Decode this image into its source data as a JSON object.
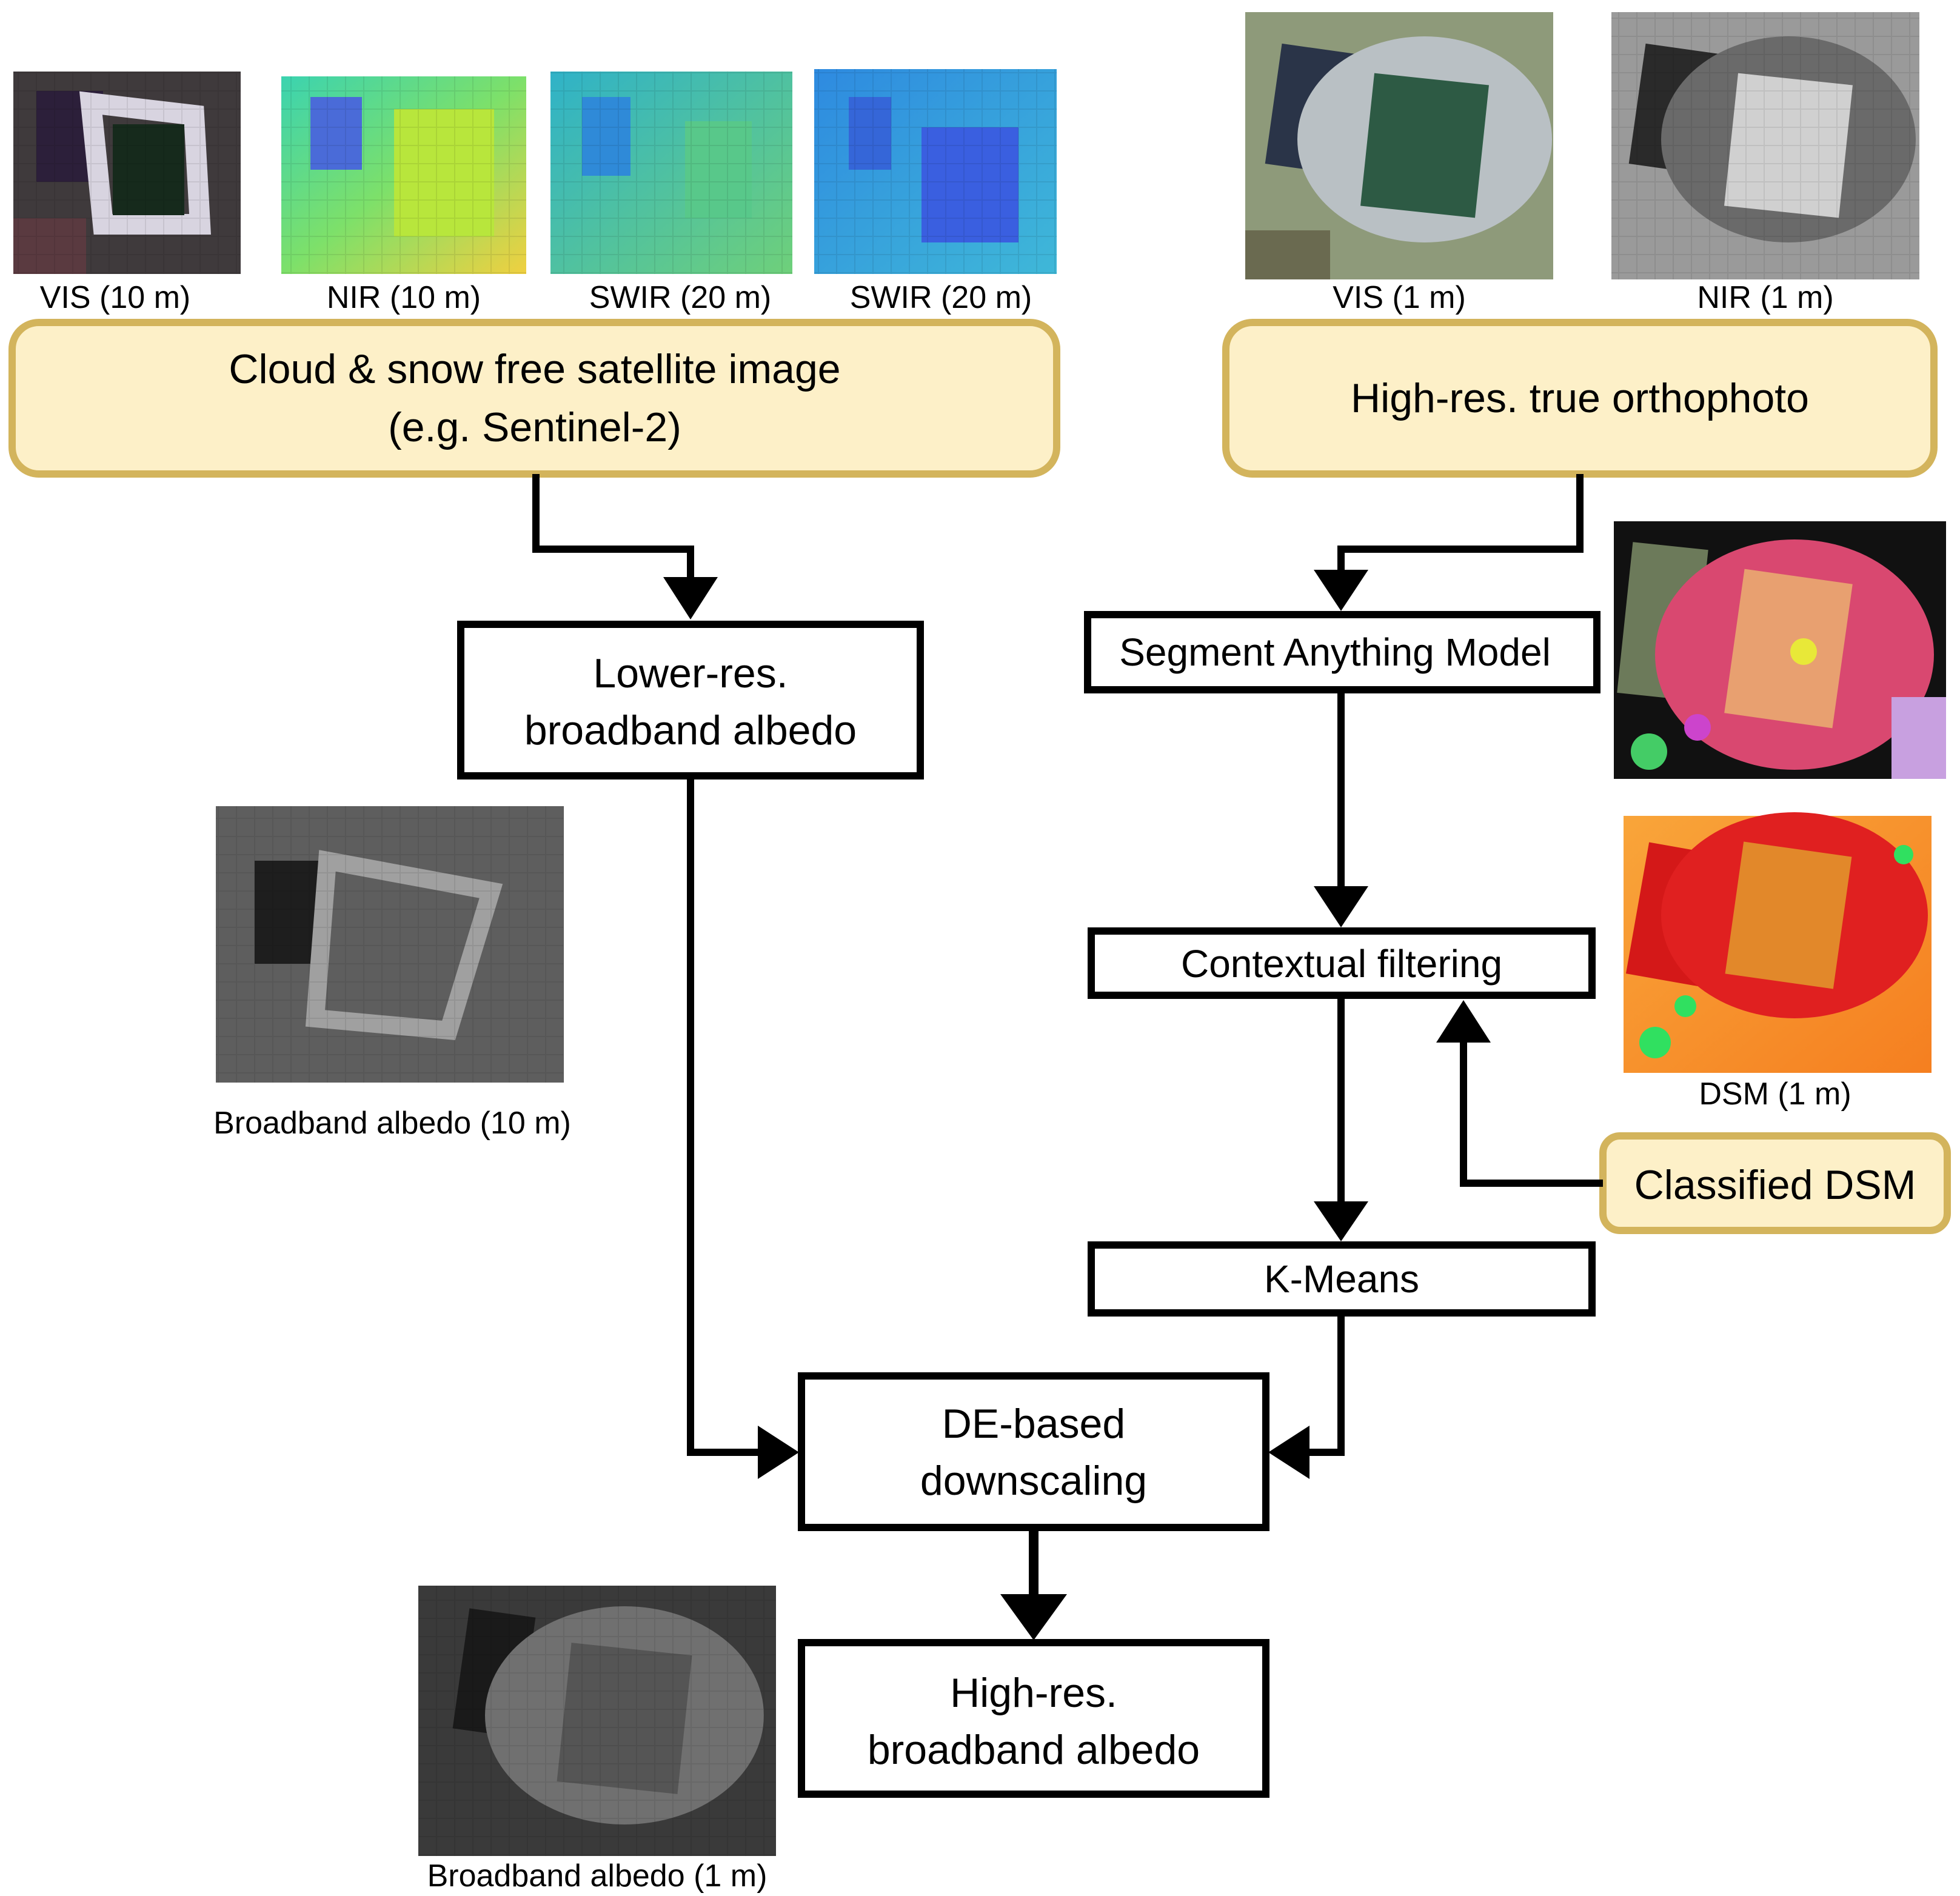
{
  "thumbnails": {
    "vis10": "VIS (10 m)",
    "nir10": "NIR (10 m)",
    "swir20a": "SWIR (20 m)",
    "swir20b": "SWIR (20 m)",
    "vis1": "VIS (1 m)",
    "nir1": "NIR (1 m)",
    "dsm1": "DSM (1 m)",
    "albedo10": "Broadband albedo (10 m)",
    "albedo1": "Broadband albedo (1 m)"
  },
  "nodes": {
    "satellite": {
      "line1": "Cloud & snow free satellite image",
      "line2": "(e.g. Sentinel-2)"
    },
    "orthophoto": {
      "line1": "High-res. true orthophoto"
    },
    "lowres_albedo": {
      "line1": "Lower-res.",
      "line2": "broadband albedo"
    },
    "sam": {
      "line1": "Segment Anything Model"
    },
    "contextual": {
      "line1": "Contextual filtering"
    },
    "classified_dsm": {
      "line1": "Classified DSM"
    },
    "kmeans": {
      "line1": "K-Means"
    },
    "downscaling": {
      "line1": "DE-based",
      "line2": "downscaling"
    },
    "highres_albedo": {
      "line1": "High-res.",
      "line2": "broadband albedo"
    }
  },
  "colors": {
    "input_fill": "#fdf0c8",
    "input_stroke": "#d3b45c",
    "process_stroke": "#000000",
    "arrow": "#000000"
  }
}
